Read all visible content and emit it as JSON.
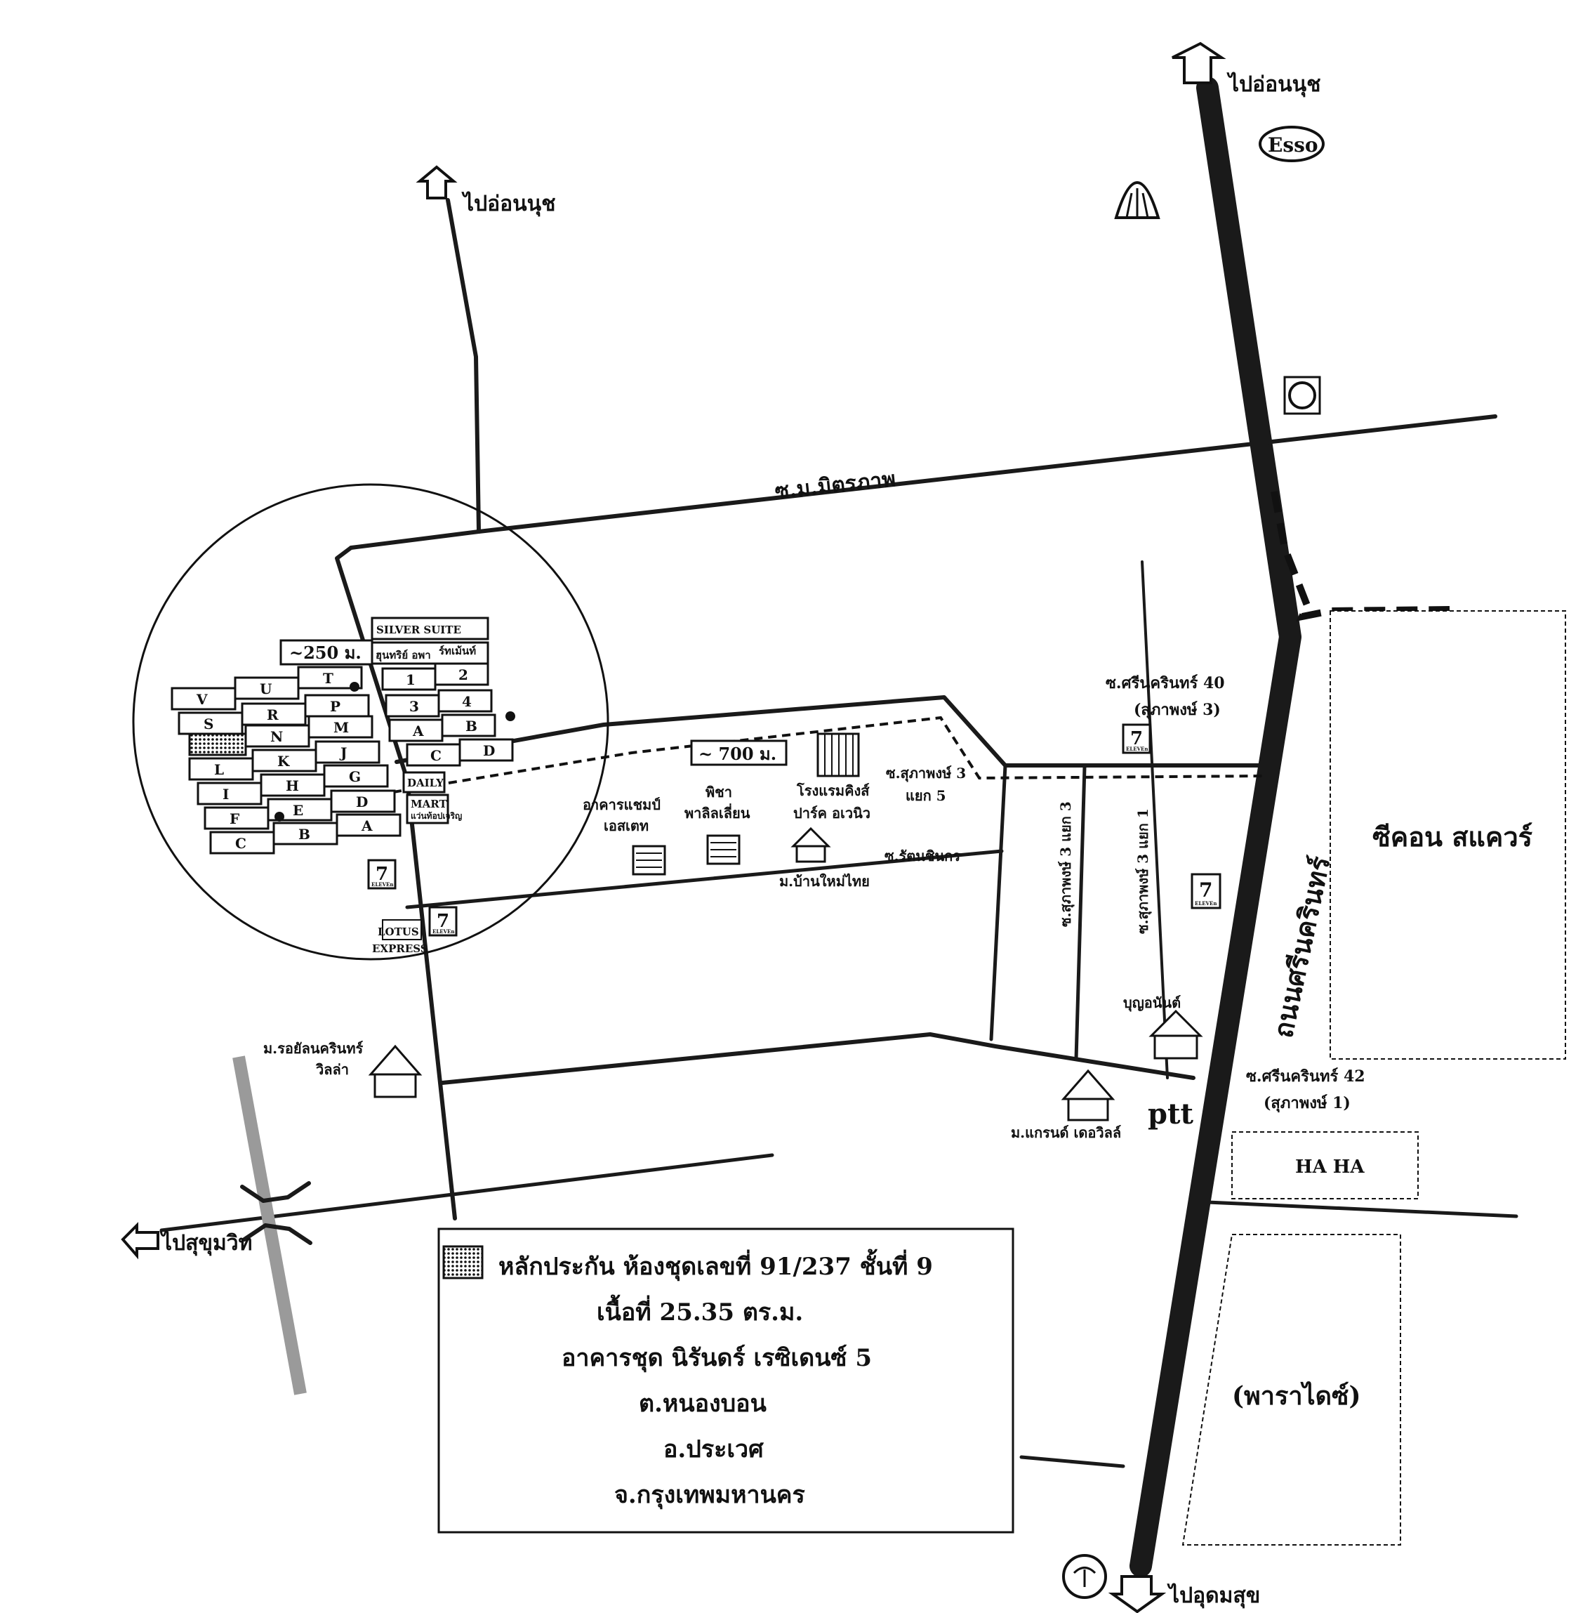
{
  "directions": {
    "to_onnut_top": "ไปอ่อนนุช",
    "to_onnut_right": "ไปอ่อนนุช",
    "to_sukhumvit": "ไปสุขุมวิท",
    "to_udomsuk": "ไปอุดมสุข"
  },
  "roads": {
    "mitraphap": "ซ.ม.มิตรภาพ",
    "srinakarin_main": "ถนนศรีนครินทร์",
    "srinakarin_40": "ซ.ศรีนครินทร์ 40",
    "srinakarin_40_alt": "(สุภาพงษ์ 3)",
    "srinakarin_42": "ซ.ศรีนครินทร์ 42",
    "srinakarin_42_alt": "(สุภาพงษ์ 1)",
    "supapong3_5_line1": "ซ.สุภาพงษ์ 3",
    "supapong3_5_line2": "แยก 5",
    "supapong3_a": "ซ.สุภาพงษ์ 3 แยก 3",
    "supapong3_b": "ซ.สุภาพงษ์ 3 แยก 1",
    "ratanachinakorn": "ซ.รัตนชินกร"
  },
  "distances": {
    "d250": "~250 ม.",
    "d700": "~ 700  ม."
  },
  "landmarks": {
    "champ_line1": "อาคารแชมป์",
    "champ_line2": "เอสเตท",
    "pichar_line1": "พิชา",
    "pichar_line2": "พาลิลเลี่ยน",
    "hotel_line1": "โรงแรมคิงส์",
    "hotel_line2": "ปาร์ค อเวนิว",
    "banmaithai": "ม.บ้านใหม่ไทย",
    "royal_line1": "ม.รอยัลนครินทร์",
    "royal_line2": "วิลล่า",
    "grand": "ม.แกรนด์ เดอวิลล์",
    "bunyanan": "บุญอนันต์",
    "seacon": "ซีคอน สแควร์",
    "haha": "HA HA",
    "paradise": "(พาราไดซ์)",
    "lotus_line1": "LOTUS",
    "lotus_line2": "EXPRESS",
    "daily_line1": "DAILY",
    "daily_line2": "MART",
    "silver_suite": "SILVER SUITE",
    "block_small1": "แว่นท้อปเจริญ",
    "block_small2": "ฮุนทริย์ อพา",
    "block_small3": "ร์ทเม้นท์"
  },
  "brands": {
    "esso": "Esso",
    "ptt": "ptt",
    "seven": "7",
    "seven_small": "ELEVEn"
  },
  "blocks": {
    "row1": [
      "V",
      "U",
      "T"
    ],
    "row2": [
      "S",
      "R",
      "P"
    ],
    "row3": [
      "N",
      "M"
    ],
    "row4": [
      "L",
      "K",
      "J"
    ],
    "row5": [
      "I",
      "H",
      "G"
    ],
    "row6": [
      "F",
      "E",
      "D"
    ],
    "row7": [
      "C",
      "B",
      "A"
    ],
    "right_row1": [
      "1",
      "2"
    ],
    "right_row2": [
      "3",
      "4"
    ],
    "right_row3": [
      "A",
      "B"
    ],
    "right_row4": [
      "C",
      "D"
    ]
  },
  "legend": {
    "line1": "หลักประกัน ห้องชุดเลขที่  91/237   ชั้นที่  9",
    "line2": "เนื้อที่ 25.35  ตร.ม.",
    "line3": "อาคารชุด  นิรันดร์ เรซิเดนซ์ 5",
    "line4": "ต.หนองบอน",
    "line5": "อ.ประเวศ",
    "line6": "จ.กรุงเทพมหานคร"
  },
  "colors": {
    "ink": "#1a1a1a",
    "paper": "#ffffff",
    "gray_road": "#9a9a9a"
  }
}
